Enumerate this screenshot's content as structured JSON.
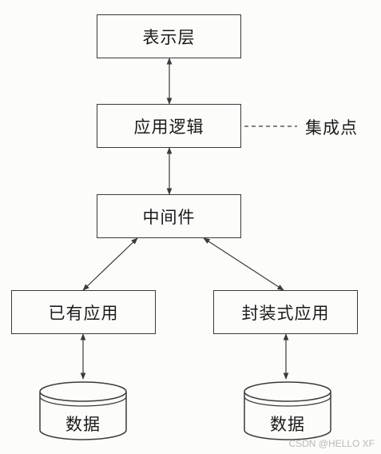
{
  "boxes": {
    "presentation": "表示层",
    "app_logic": "应用逻辑",
    "middleware": "中间件",
    "existing_app": "已有应用",
    "packaged_app": "封装式应用"
  },
  "integration_point": "集成点",
  "databases": {
    "left": "数据",
    "right": "数据"
  },
  "watermark": "CSDN @HELLO XF"
}
